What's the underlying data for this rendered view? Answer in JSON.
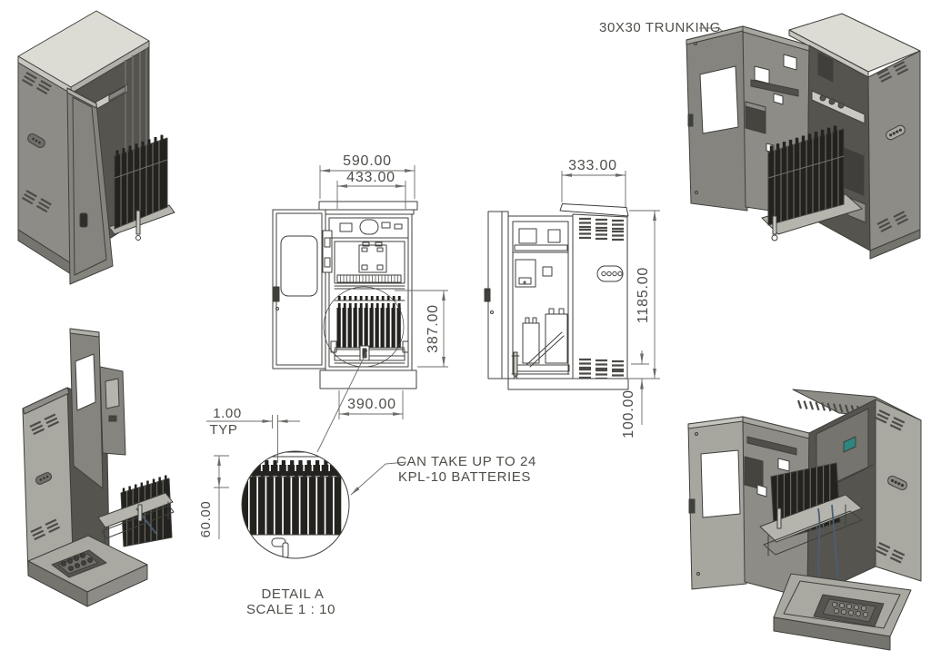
{
  "drawing": {
    "annotations": {
      "trunking": "30X30 TRUNKING",
      "battery_note_line1": "CAN TAKE UP TO 24",
      "battery_note_line2": "KPL-10 BATTERIES",
      "detail_title": "DETAIL A",
      "detail_scale": "SCALE 1 : 10",
      "battery_pitch_note": "TYP"
    },
    "dimensions": {
      "front_overall_width": "590.00",
      "front_door_width": "433.00",
      "battery_zone_height": "387.00",
      "base_width": "390.00",
      "side_depth": "333.00",
      "overall_height": "1185.00",
      "base_height": "100.00",
      "battery_pitch": "1.00",
      "battery_height": "60.00"
    },
    "colors": {
      "line": "#3f3f3c",
      "dim": "#6b6b67",
      "text": "#4d4d49",
      "roof": "#dcdbd4",
      "roof_shade": "#c6c5be",
      "roof_side": "#b0afa8",
      "body": "#8d8c86",
      "body_light": "#a9a8a1",
      "body_dark": "#75746e",
      "door": "#85847e",
      "door_light": "#a7a69f",
      "interior": "#55544f",
      "interior_dark": "#403f3b",
      "battery": "#23221f",
      "battery_gap": "#6f6e68",
      "tray": "#b5b4ad",
      "metal": "#c9c8c1",
      "vent": "#4c4b47",
      "white": "#ffffff",
      "cable_blue": "#4a5f76",
      "indicator_teal": "#2e8582",
      "paper": "#ffffff"
    }
  }
}
